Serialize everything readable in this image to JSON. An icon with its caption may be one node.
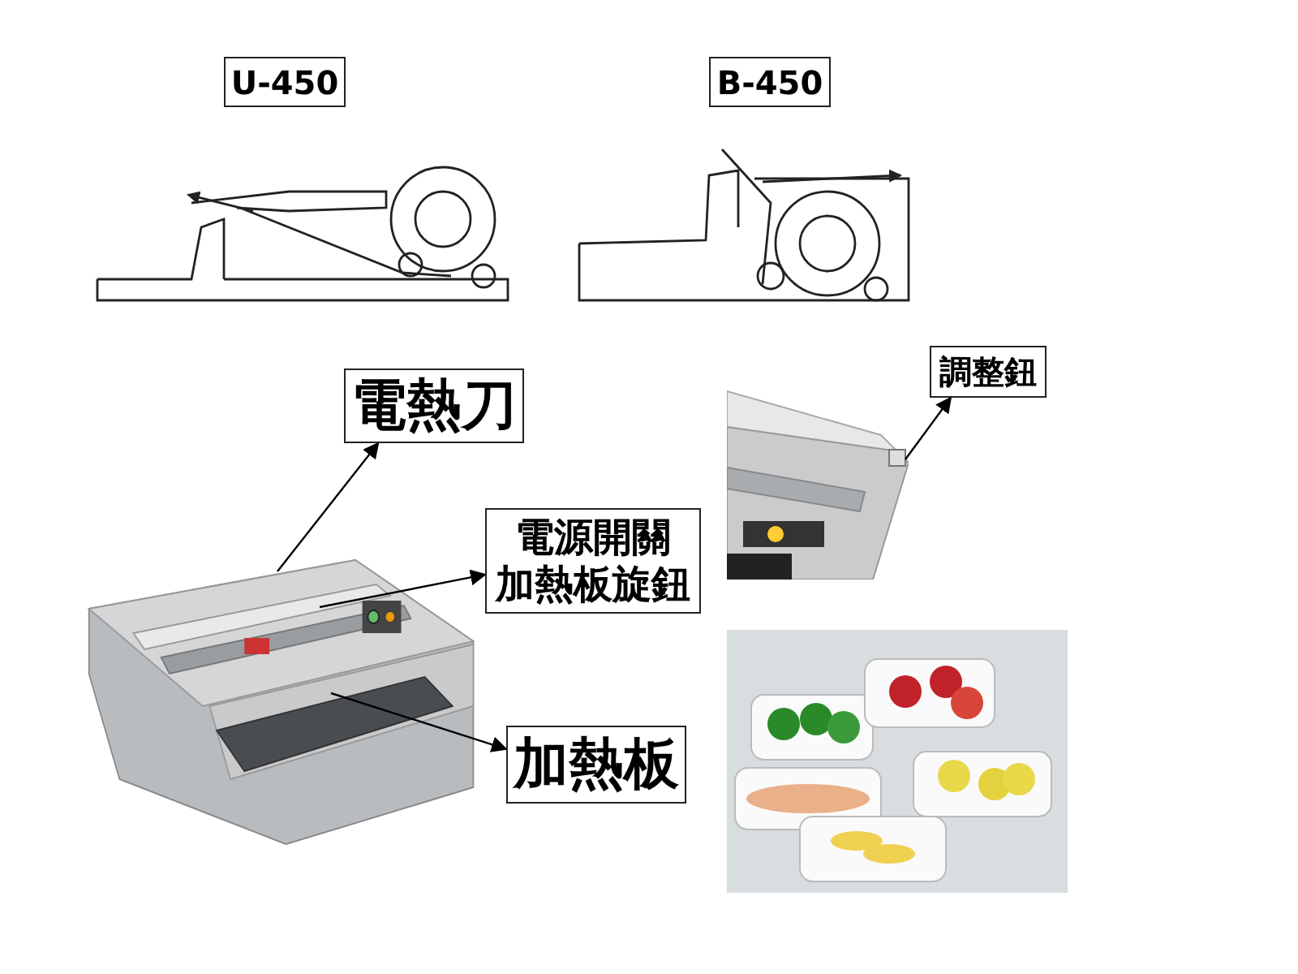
{
  "diagram": {
    "nodes": [
      {
        "text": [
          "U-450"
        ]
      },
      {
        "text": [
          "B-450"
        ]
      },
      {
        "text": [
          "電熱刀"
        ]
      },
      {
        "text": [
          "電源開關",
          "加熱板旋鈕"
        ]
      },
      {
        "text": [
          "加熱板"
        ]
      },
      {
        "text": [
          "調整鈕"
        ]
      },
      {
        "text": [],
        "shape": "picture"
      },
      {
        "text": [],
        "shape": "picture"
      }
    ],
    "edges": [
      {
        "from": 6,
        "to": 2,
        "arrow": "to"
      },
      {
        "from": 6,
        "to": 3,
        "arrow": "to"
      },
      {
        "from": 6,
        "to": 4,
        "arrow": "to"
      },
      {
        "from": 7,
        "to": 5,
        "arrow": "to"
      }
    ]
  }
}
